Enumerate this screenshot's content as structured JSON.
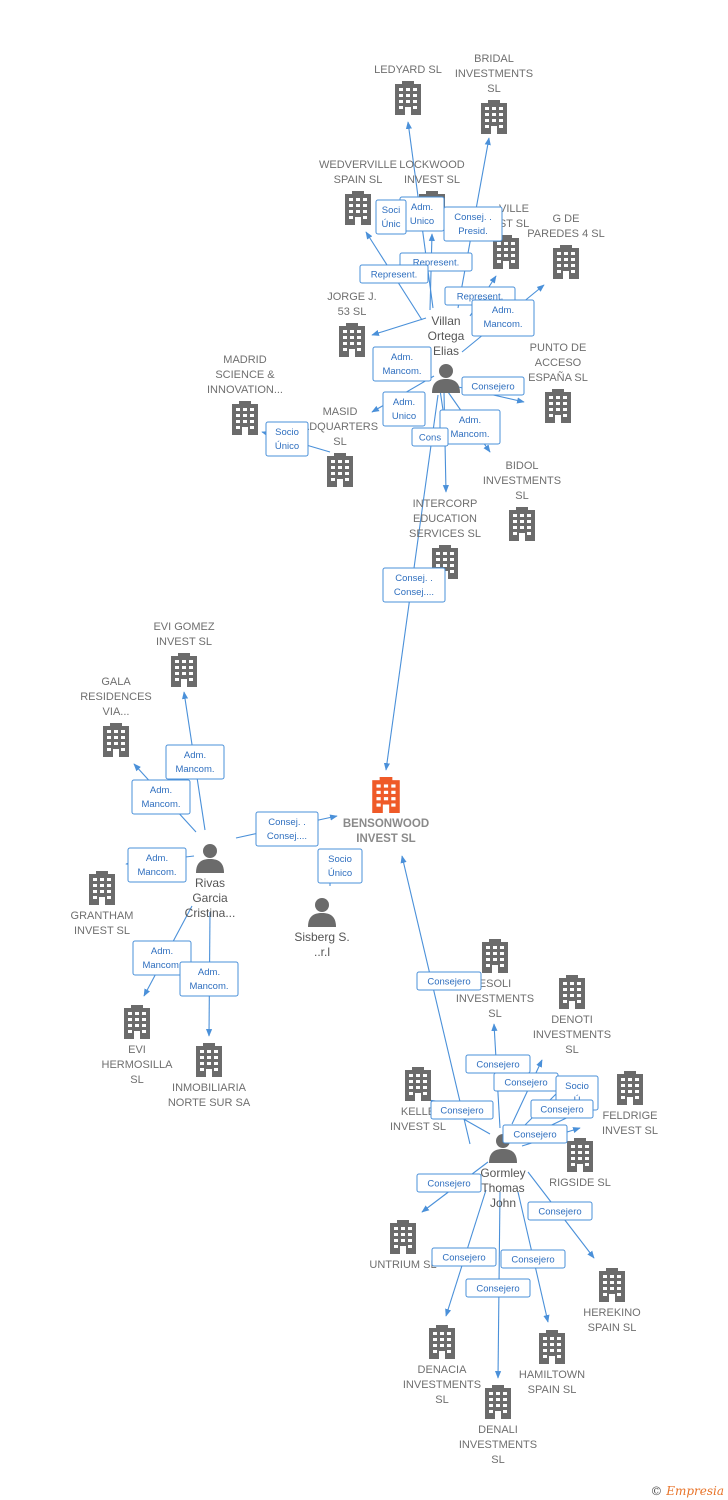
{
  "colors": {
    "edge": "#4a90d9",
    "company": "#6b6b6b",
    "focus": "#ef5a28",
    "person": "#6b6b6b"
  },
  "nodes": [
    {
      "id": "ledyard",
      "type": "company",
      "label": [
        "LEDYARD  SL"
      ]
    },
    {
      "id": "bridal",
      "type": "company",
      "label": [
        "BRIDAL",
        "INVESTMENTS",
        "SL"
      ]
    },
    {
      "id": "wedverville",
      "type": "company",
      "label": [
        "WEDVERVILLE",
        "SPAIN  SL"
      ]
    },
    {
      "id": "lockwood",
      "type": "company",
      "label": [
        "LOCKWOOD",
        "INVEST  SL"
      ]
    },
    {
      "id": "oville",
      "type": "company",
      "label": [
        "VILLE",
        "ST  SL"
      ]
    },
    {
      "id": "gparedes",
      "type": "company",
      "label": [
        "G DE",
        "PAREDES 4  SL"
      ]
    },
    {
      "id": "jorge",
      "type": "company",
      "label": [
        "JORGE J.",
        "53  SL"
      ]
    },
    {
      "id": "villan",
      "type": "person",
      "label": [
        "Villan",
        "Ortega",
        "Elias"
      ]
    },
    {
      "id": "madrid",
      "type": "company",
      "label": [
        "MADRID",
        "SCIENCE &",
        "INNOVATION..."
      ]
    },
    {
      "id": "masid",
      "type": "company",
      "label": [
        "MASID",
        "ADQUARTERS",
        "SL"
      ]
    },
    {
      "id": "punto",
      "type": "company",
      "label": [
        "PUNTO DE",
        "ACCESO",
        "ESPAÑA  SL"
      ]
    },
    {
      "id": "bidol",
      "type": "company",
      "label": [
        "BIDOL",
        "INVESTMENTS",
        "SL"
      ]
    },
    {
      "id": "intercorp",
      "type": "company",
      "label": [
        "INTERCORP",
        "EDUCATION",
        "SERVICES  SL"
      ]
    },
    {
      "id": "evigomez",
      "type": "company",
      "label": [
        "EVI GOMEZ",
        "INVEST  SL"
      ]
    },
    {
      "id": "gala",
      "type": "company",
      "label": [
        "GALA",
        "RESIDENCES",
        "VIA..."
      ]
    },
    {
      "id": "bensonwood",
      "type": "focus",
      "label": [
        "BENSONWOOD",
        "INVEST  SL"
      ]
    },
    {
      "id": "rivas",
      "type": "person",
      "label": [
        "Rivas",
        "Garcia",
        "Cristina..."
      ]
    },
    {
      "id": "sisberg",
      "type": "person",
      "label": [
        "Sisberg S.",
        "..r.l"
      ]
    },
    {
      "id": "grantham",
      "type": "company",
      "label": [
        "GRANTHAM",
        "INVEST  SL"
      ]
    },
    {
      "id": "evihermosilla",
      "type": "company",
      "label": [
        "EVI",
        "HERMOSILLA",
        "SL"
      ]
    },
    {
      "id": "inmobiliaria",
      "type": "company",
      "label": [
        "INMOBILIARIA",
        "NORTE SUR SA"
      ]
    },
    {
      "id": "esoli",
      "type": "company",
      "label": [
        "ESOLI",
        "INVESTMENTS",
        "SL"
      ]
    },
    {
      "id": "denoti",
      "type": "company",
      "label": [
        "DENOTI",
        "INVESTMENTS",
        "SL"
      ]
    },
    {
      "id": "keller",
      "type": "company",
      "label": [
        "KELLE",
        "INVEST  SL"
      ]
    },
    {
      "id": "feldrige",
      "type": "company",
      "label": [
        "FELDRIGE",
        "INVEST  SL"
      ]
    },
    {
      "id": "gormley",
      "type": "person",
      "label": [
        "Gormley",
        "Thomas",
        "John"
      ]
    },
    {
      "id": "rigside",
      "type": "company",
      "label": [
        "RIGSIDE  SL"
      ]
    },
    {
      "id": "untrium",
      "type": "company",
      "label": [
        "UNTRIUM  SL"
      ]
    },
    {
      "id": "herekino",
      "type": "company",
      "label": [
        "HEREKINO",
        "SPAIN  SL"
      ]
    },
    {
      "id": "denacia",
      "type": "company",
      "label": [
        "DENACIA",
        "INVESTMENTS",
        "SL"
      ]
    },
    {
      "id": "hamiltown",
      "type": "company",
      "label": [
        "HAMILTOWN",
        "SPAIN  SL"
      ]
    },
    {
      "id": "denali",
      "type": "company",
      "label": [
        "DENALI",
        "INVESTMENTS",
        "SL"
      ]
    }
  ],
  "edges": [
    {
      "from": "villan",
      "to": "ledyard",
      "label": [
        "Adm.",
        "Unico"
      ]
    },
    {
      "from": "villan",
      "to": "bridal",
      "label": [
        "Consej. .",
        "Presid."
      ]
    },
    {
      "from": "villan",
      "to": "wedverville",
      "label": [
        "Soci",
        "Únic"
      ]
    },
    {
      "from": "villan",
      "to": "lockwood",
      "label": [
        "Represent."
      ]
    },
    {
      "from": "villan",
      "to": "oville",
      "label": [
        "Represent."
      ]
    },
    {
      "from": "villan",
      "to": "gparedes",
      "label": [
        "Adm.",
        "Mancom."
      ]
    },
    {
      "from": "villan",
      "to": "jorge",
      "label": [
        "Represent."
      ]
    },
    {
      "from": "villan",
      "to": "masid",
      "label": [
        "Adm.",
        "Mancom."
      ]
    },
    {
      "from": "villan",
      "to": "punto",
      "label": [
        "Consejero"
      ]
    },
    {
      "from": "villan",
      "to": "bidol",
      "label": [
        "Adm.",
        "Mancom."
      ]
    },
    {
      "from": "villan",
      "to": "intercorp",
      "label": [
        "Adm.",
        "Unico"
      ]
    },
    {
      "from": "villan",
      "to": "intercorp",
      "label": [
        "Cons"
      ]
    },
    {
      "from": "villan",
      "to": "bensonwood",
      "label": [
        "Consej. .",
        "Consej...."
      ]
    },
    {
      "from": "masid",
      "to": "madrid",
      "label": [
        "Socio",
        "Único"
      ]
    },
    {
      "from": "rivas",
      "to": "evigomez",
      "label": [
        "Adm.",
        "Mancom."
      ]
    },
    {
      "from": "rivas",
      "to": "gala",
      "label": [
        "Adm.",
        "Mancom."
      ]
    },
    {
      "from": "rivas",
      "to": "grantham",
      "label": [
        "Adm.",
        "Mancom."
      ]
    },
    {
      "from": "rivas",
      "to": "bensonwood",
      "label": [
        "Consej. .",
        "Consej...."
      ]
    },
    {
      "from": "rivas",
      "to": "evihermosilla",
      "label": [
        "Adm.",
        "Mancom."
      ]
    },
    {
      "from": "rivas",
      "to": "inmobiliaria",
      "label": [
        "Adm.",
        "Mancom."
      ]
    },
    {
      "from": "sisberg",
      "to": "bensonwood",
      "label": [
        "Socio",
        "Único"
      ]
    },
    {
      "from": "gormley",
      "to": "bensonwood",
      "label": [
        "Consejero"
      ]
    },
    {
      "from": "gormley",
      "to": "esoli",
      "label": [
        "Consejero"
      ]
    },
    {
      "from": "gormley",
      "to": "denoti",
      "label": [
        "Consejero"
      ]
    },
    {
      "from": "gormley",
      "to": "denoti",
      "label": [
        "Socio",
        "Ú"
      ]
    },
    {
      "from": "gormley",
      "to": "keller",
      "label": [
        "Consejero"
      ]
    },
    {
      "from": "gormley",
      "to": "feldrige",
      "label": [
        "Consejero"
      ]
    },
    {
      "from": "gormley",
      "to": "rigside",
      "label": [
        "Consejero"
      ]
    },
    {
      "from": "gormley",
      "to": "untrium",
      "label": [
        "Consejero"
      ]
    },
    {
      "from": "gormley",
      "to": "herekino",
      "label": [
        "Consejero"
      ]
    },
    {
      "from": "gormley",
      "to": "denacia",
      "label": [
        "Consejero"
      ]
    },
    {
      "from": "gormley",
      "to": "hamiltown",
      "label": [
        "Consejero"
      ]
    },
    {
      "from": "gormley",
      "to": "denali",
      "label": [
        "Consejero"
      ]
    }
  ],
  "footer": {
    "copyright": "©",
    "brand": "Empresia"
  }
}
